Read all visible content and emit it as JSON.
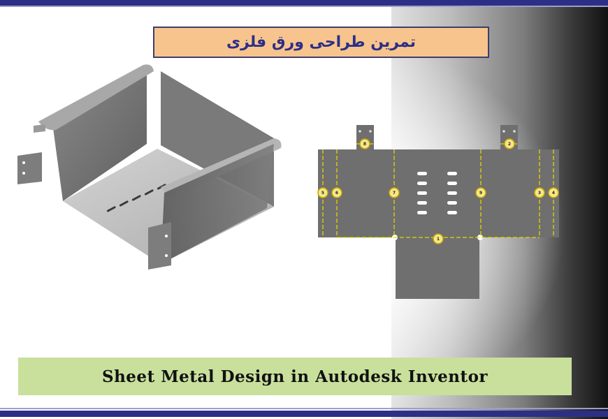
{
  "title": "تمرین طراحی ورق فلزی",
  "subtitle": "Sheet Metal Design in Autodesk Inventor",
  "colors": {
    "frame_bar": "#2b2f86",
    "title_bg": "#f8c48e",
    "subtitle_bg": "#c8e09c",
    "sheet_metal": "#6f6f6f",
    "bend_line": "#e6d400"
  },
  "flat_pattern": {
    "bend_markers": [
      "1",
      "2",
      "3",
      "4",
      "5",
      "6",
      "7",
      "8",
      "9"
    ]
  }
}
